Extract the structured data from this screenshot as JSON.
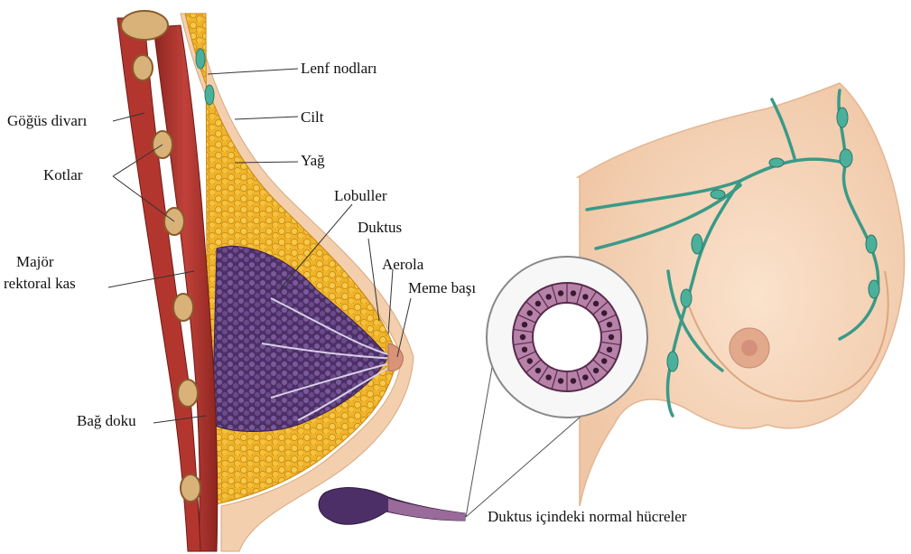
{
  "labels": {
    "lymph_nodes": "Lenf nodları",
    "chest_wall": "Göğüs divarı",
    "skin": "Cilt",
    "ribs": "Kotlar",
    "fat": "Yağ",
    "lobules": "Lobuller",
    "duct": "Duktus",
    "areola": "Aerola",
    "muscle_line1": "Majör",
    "muscle_line2": "rektoral kas",
    "nipple": "Meme başı",
    "connective_tissue": "Bağ doku",
    "duct_cells": "Duktus içindeki normal hücreler"
  },
  "colors": {
    "muscle": "#a8302a",
    "fat": "#e9a21f",
    "lobule": "#5b3a78",
    "lymph": "#3a9a88",
    "skin": "#f5d2b4",
    "bone": "#d9b27a"
  }
}
